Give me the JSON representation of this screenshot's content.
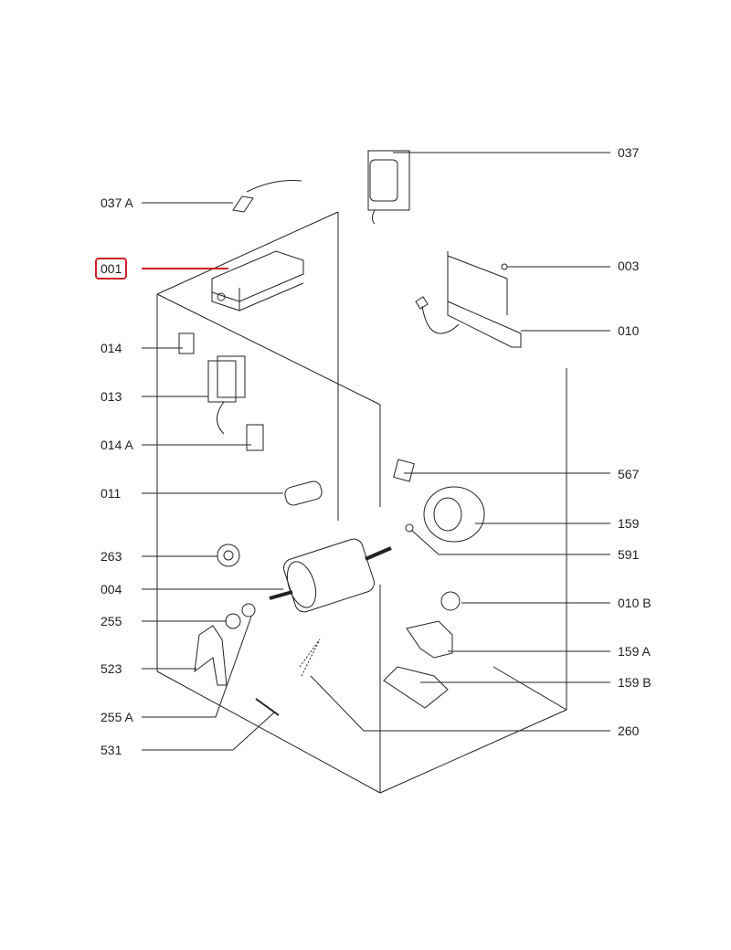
{
  "selected_part": "001",
  "accent_color": "#d0202a",
  "labels_left": [
    {
      "id": "037A",
      "text": "037 A"
    },
    {
      "id": "001",
      "text": "001"
    },
    {
      "id": "014",
      "text": "014"
    },
    {
      "id": "013",
      "text": "013"
    },
    {
      "id": "014A",
      "text": "014 A"
    },
    {
      "id": "011",
      "text": "011"
    },
    {
      "id": "263",
      "text": "263"
    },
    {
      "id": "004",
      "text": "004"
    },
    {
      "id": "255",
      "text": "255"
    },
    {
      "id": "523",
      "text": "523"
    },
    {
      "id": "255A",
      "text": "255 A"
    },
    {
      "id": "531",
      "text": "531"
    }
  ],
  "labels_right": [
    {
      "id": "037",
      "text": "037"
    },
    {
      "id": "003",
      "text": "003"
    },
    {
      "id": "010",
      "text": "010"
    },
    {
      "id": "567",
      "text": "567"
    },
    {
      "id": "159",
      "text": "159"
    },
    {
      "id": "591",
      "text": "591"
    },
    {
      "id": "010B",
      "text": "010 B"
    },
    {
      "id": "159A",
      "text": "159 A"
    },
    {
      "id": "159B",
      "text": "159 B"
    },
    {
      "id": "260",
      "text": "260"
    }
  ]
}
